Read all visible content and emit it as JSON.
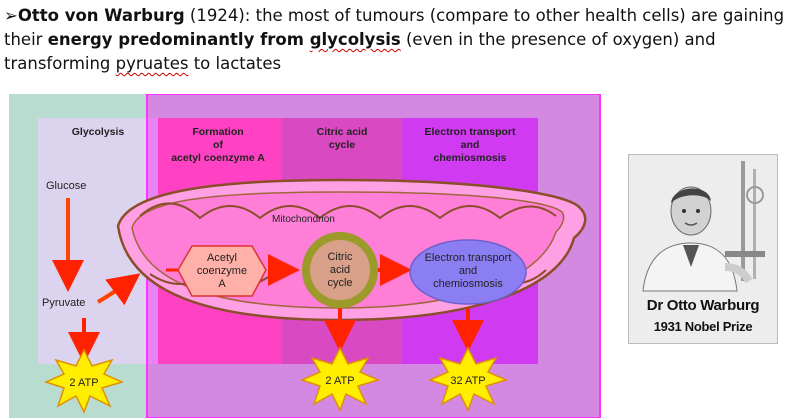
{
  "text": {
    "bullet": "➢",
    "p1": "Otto von Warburg",
    "p2": " (1924): the most of tumours (compare to other health cells) are gaining their ",
    "p3": "energy predominantly from ",
    "p4": "glycolysis",
    "p5": " (even in the presence of oxygen) and transforming ",
    "p6": "pyruates",
    "p7": " to lactates"
  },
  "diagram": {
    "headers": {
      "glycolysis": "Glycolysis",
      "formation": [
        "Formation",
        "of",
        "acetyl coenzyme A"
      ],
      "citric": [
        "Citric acid",
        "cycle"
      ],
      "electron": [
        "Electron transport",
        "and",
        "chemiosmosis"
      ]
    },
    "glucose": "Glucose",
    "pyruvate": "Pyruvate",
    "mitochondrion": "Mitochondrion",
    "acetyl": [
      "Acetyl",
      "coenzyme",
      "A"
    ],
    "citric_inner": [
      "Citric",
      "acid",
      "cycle"
    ],
    "electron_inner": [
      "Electron transport",
      "and",
      "chemiosmosis"
    ],
    "atp": [
      "2 ATP",
      "2 ATP",
      "32 ATP"
    ]
  },
  "photo": {
    "caption_name": "Dr Otto Warburg",
    "caption_prize": "1931 Nobel Prize"
  },
  "colors": {
    "magenta_overlay": "#ff00ff",
    "teal_overlay": "#b8dccf",
    "arrow_red": "#ff2200",
    "atp_yellow": "#ffee00"
  }
}
